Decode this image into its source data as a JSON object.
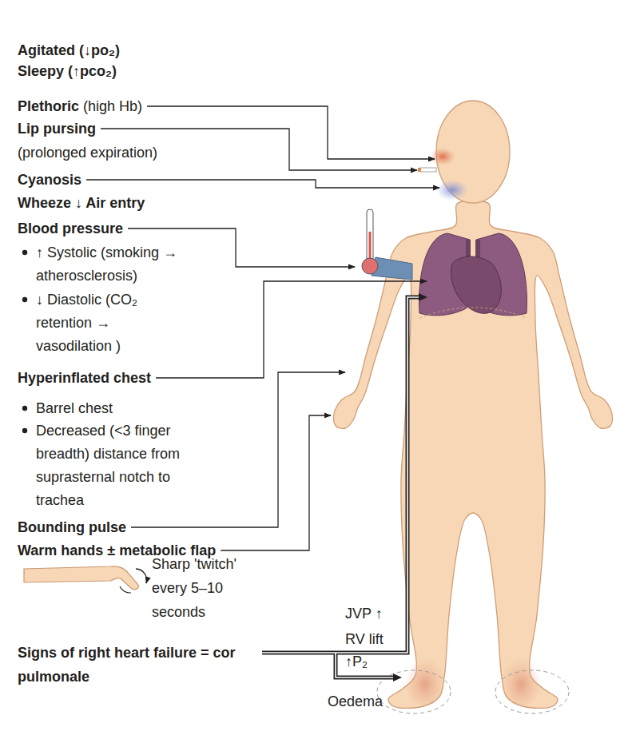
{
  "diagram": {
    "labels": [
      "Agitated (↓po₂)",
      "Sleepy (↑pco₂)",
      "Plethoric",
      "(high Hb)",
      "Lip pursing",
      "(prolonged expiration)",
      "Cyanosis",
      "Wheeze ↓ Air entry",
      "Blood pressure",
      "↑ Systolic (smoking → atherosclerosis)",
      "↓ Diastolic (CO₂ retention → vasodilation )",
      "Hyperinflated chest",
      "Barrel chest",
      "Decreased (<3 finger breadth) distance from suprasternal notch to trachea",
      "Bounding pulse",
      "Warm hands ± metabolic flap",
      "Sharp 'twitch' every 5–10 seconds",
      "JVP ↑",
      "RV lift",
      "↑P₂",
      "Signs of right heart failure = cor pulmonale",
      "Oedema"
    ]
  }
}
